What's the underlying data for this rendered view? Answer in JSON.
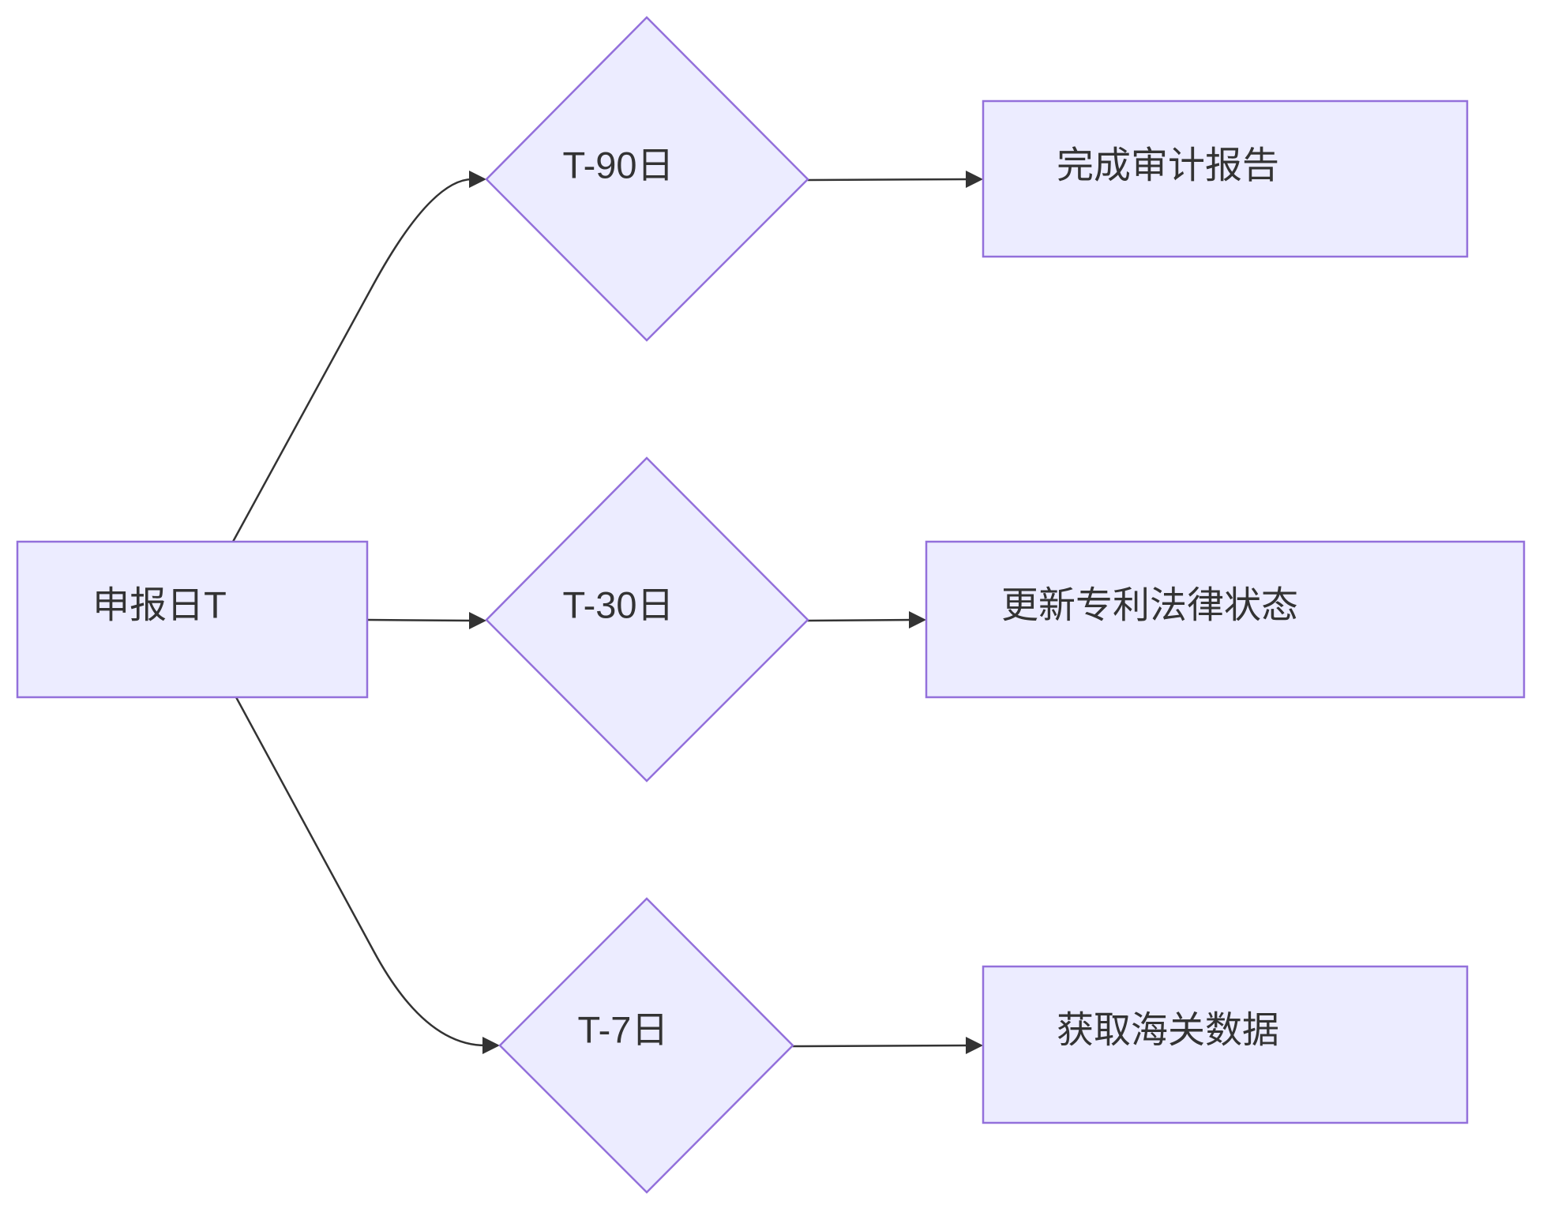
{
  "nodes": [
    {
      "label": "申报日T",
      "shape": "rectangle"
    },
    {
      "label": "T-90日",
      "shape": "diamond"
    },
    {
      "label": "T-30日",
      "shape": "diamond"
    },
    {
      "label": "T-7日",
      "shape": "diamond"
    },
    {
      "label": "完成审计报告",
      "shape": "rectangle"
    },
    {
      "label": "更新专利法律状态",
      "shape": "rectangle"
    },
    {
      "label": "获取海关数据",
      "shape": "rectangle"
    }
  ],
  "edges": [
    {
      "from": 0,
      "to": 1
    },
    {
      "from": 0,
      "to": 2
    },
    {
      "from": 0,
      "to": 3
    },
    {
      "from": 1,
      "to": 4
    },
    {
      "from": 2,
      "to": 5
    },
    {
      "from": 3,
      "to": 6
    }
  ],
  "colors": {
    "node_fill": "#ECECFF",
    "node_stroke": "#9370DB",
    "edge": "#333333",
    "text": "#333333"
  }
}
